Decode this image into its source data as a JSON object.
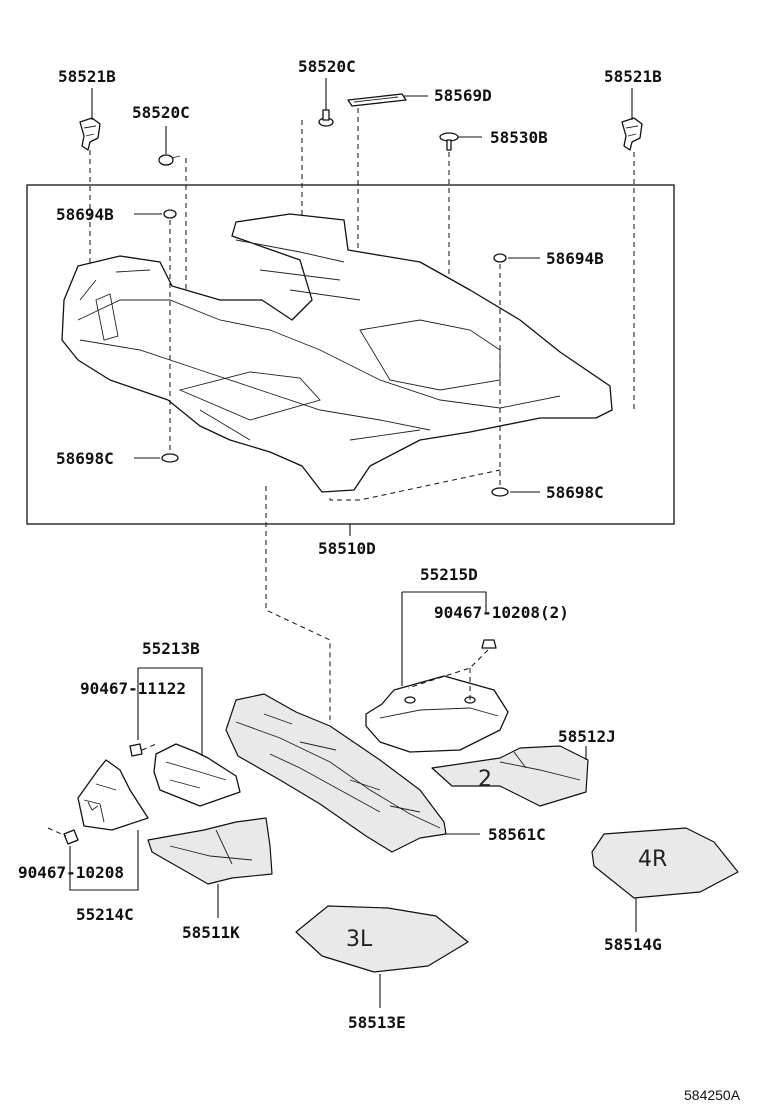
{
  "labels": {
    "clip_left": "58521B",
    "clip_right": "58521B",
    "retainer_top": "58520C",
    "retainer_left": "58520C",
    "plate": "58569D",
    "grommet": "58530B",
    "nut_left": "58694B",
    "nut_right": "58694B",
    "washer_left": "58698C",
    "washer_right": "58698C",
    "carpet_assy": "58510D",
    "silencer_right": "55215D",
    "screw_right": "90467-10208(2)",
    "silencer_center": "55213B",
    "screw_center": "90467-11122",
    "screw_left": "90467-10208",
    "silencer_left": "55214C",
    "mat_front_right": "58512J",
    "insulator_center": "58561C",
    "mat_front_left": "58511K",
    "mat_rear_right": "58514G",
    "mat_rear_left": "58513E"
  },
  "mat_marks": {
    "front_right": "2",
    "rear_right": "4R",
    "rear_left": "3L"
  },
  "diagram_code": "584250A"
}
